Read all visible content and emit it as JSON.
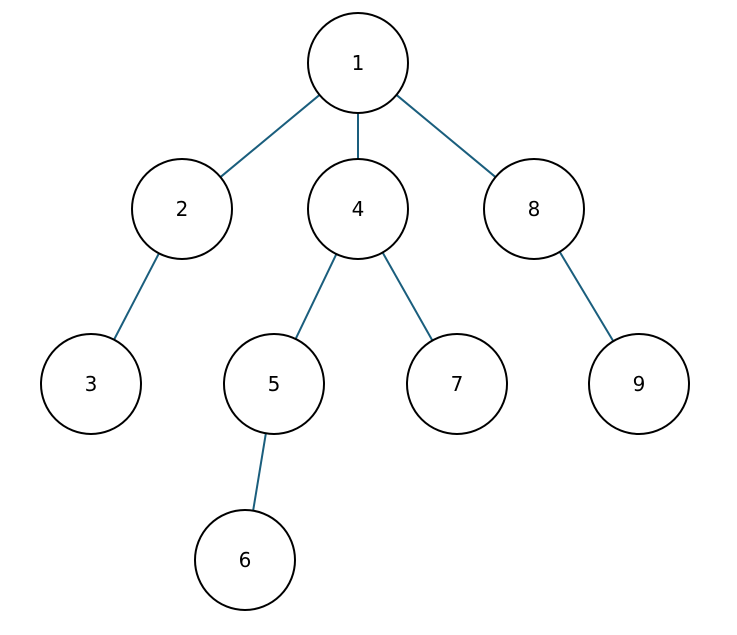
{
  "diagram": {
    "type": "tree",
    "node_stroke_color": "#000000",
    "edge_color": "#1a5e7d",
    "nodes": [
      {
        "id": "n1",
        "label": "1"
      },
      {
        "id": "n2",
        "label": "2"
      },
      {
        "id": "n4",
        "label": "4"
      },
      {
        "id": "n8",
        "label": "8"
      },
      {
        "id": "n3",
        "label": "3"
      },
      {
        "id": "n5",
        "label": "5"
      },
      {
        "id": "n7",
        "label": "7"
      },
      {
        "id": "n9",
        "label": "9"
      },
      {
        "id": "n6",
        "label": "6"
      }
    ],
    "edges": [
      {
        "from": "n1",
        "to": "n2"
      },
      {
        "from": "n1",
        "to": "n4"
      },
      {
        "from": "n1",
        "to": "n8"
      },
      {
        "from": "n2",
        "to": "n3"
      },
      {
        "from": "n4",
        "to": "n5"
      },
      {
        "from": "n4",
        "to": "n7"
      },
      {
        "from": "n8",
        "to": "n9"
      },
      {
        "from": "n5",
        "to": "n6"
      }
    ]
  }
}
